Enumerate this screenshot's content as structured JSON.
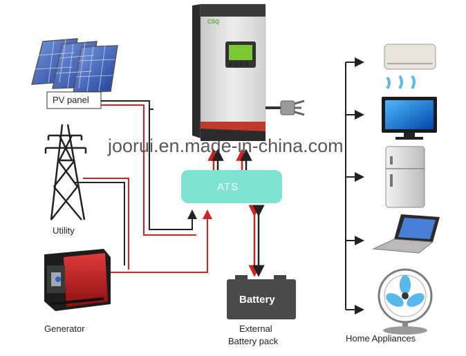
{
  "diagram": {
    "labels": {
      "pv_panel": "PV panel",
      "utility": "Utility",
      "generator": "Generator",
      "ats": "ATS",
      "battery": "Battery",
      "external_line1": "External",
      "external_line2": "Battery pack",
      "home_appliances": "Home Appliances",
      "brand": "CSQ"
    },
    "watermark": "joorui.en.made-in-china.com",
    "colors": {
      "ats_box": "#7fe3d1",
      "wire_red": "#d32020",
      "wire_dark": "#222222",
      "inverter_body": "#dcdcdc",
      "inverter_side": "#2b2b2b",
      "lcd": "#7cc832"
    },
    "appliances": [
      "air-conditioner",
      "television",
      "refrigerator",
      "laptop",
      "fan"
    ]
  }
}
